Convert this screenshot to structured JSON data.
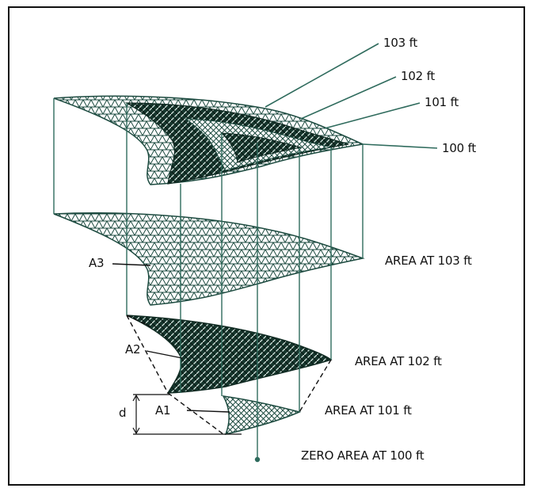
{
  "elevations": {
    "e103": "103 ft",
    "e102": "102 ft",
    "e101": "101 ft",
    "e100": "100 ft"
  },
  "area_labels": {
    "a103": "AREA AT 103 ft",
    "a102": "AREA AT 102 ft",
    "a101": "AREA AT 101 ft",
    "a100": "ZERO AREA AT 100 ft"
  },
  "symbols": {
    "a3": "A3",
    "a2": "A2",
    "a1": "A1",
    "d": "d"
  },
  "colors": {
    "line": "#2f6b5d",
    "hatch_light": "#1d4b40",
    "hatch_dark": "#0f2a22",
    "ink": "#111111"
  }
}
